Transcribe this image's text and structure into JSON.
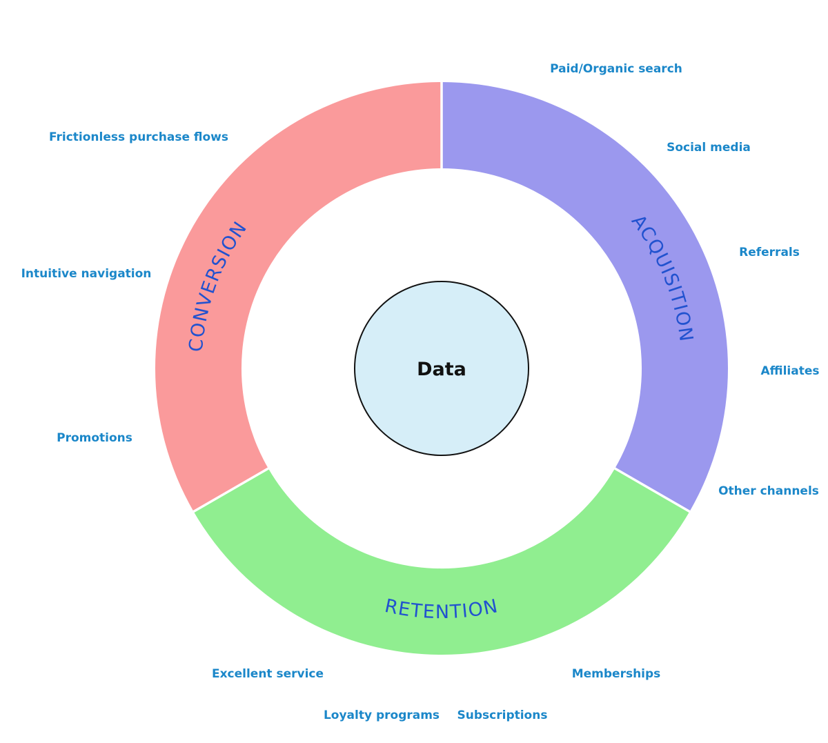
{
  "diagram": {
    "center": {
      "label": "Data",
      "fill": "#d6eef8",
      "stroke_color": "#111111"
    },
    "colors": {
      "background": "#ffffff",
      "divider": "#ffffff",
      "satellite_label": "#1b87c9",
      "segment_label": "#2152cf"
    },
    "segments": [
      {
        "label": "ACQUISITION",
        "color": "#9b98ee",
        "start_angle_deg": 0,
        "end_angle_deg": 120,
        "satellites": [
          "Paid/Organic search",
          "Social media",
          "Referrals",
          "Affiliates",
          "Other channels"
        ]
      },
      {
        "label": "RETENTION",
        "color": "#90ee90",
        "start_angle_deg": 120,
        "end_angle_deg": 240,
        "satellites": [
          "Memberships",
          "Subscriptions",
          "Loyalty programs",
          "Excellent service"
        ]
      },
      {
        "label": "CONVERSION",
        "color": "#fa9a9b",
        "start_angle_deg": 240,
        "end_angle_deg": 360,
        "satellites": [
          "Promotions",
          "Intuitive navigation",
          "Frictionless purchase flows"
        ]
      }
    ]
  }
}
